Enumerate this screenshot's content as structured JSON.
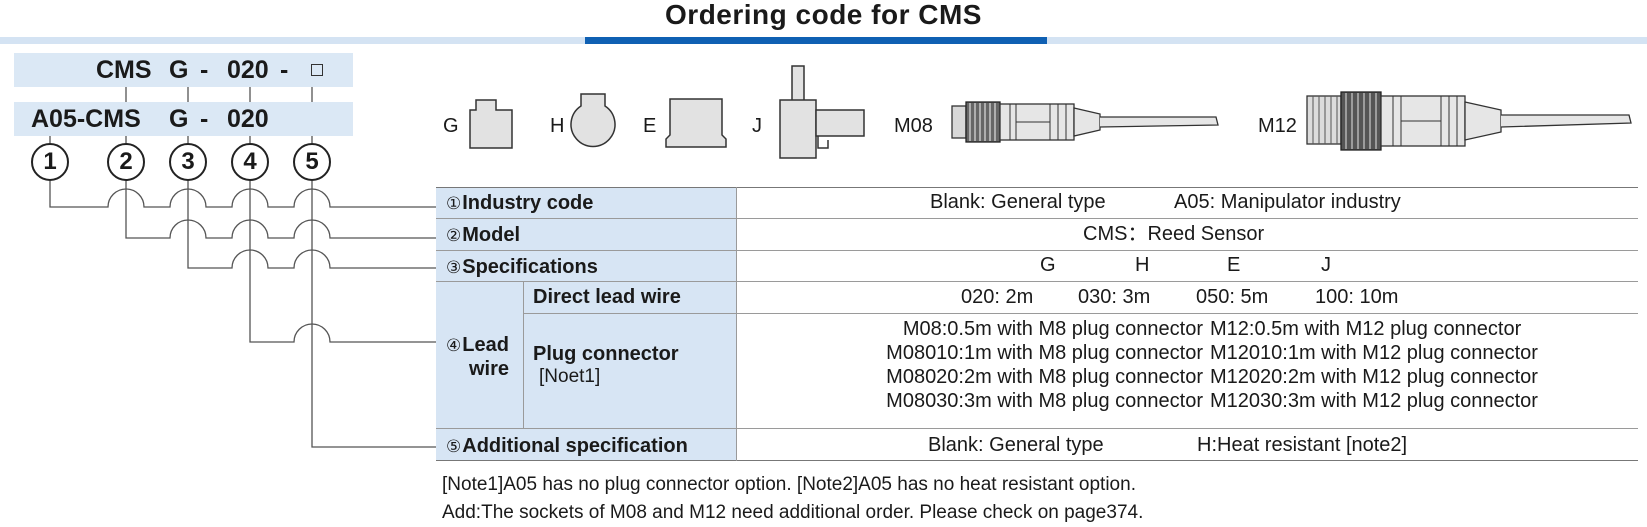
{
  "title": "Ordering code for CMS",
  "code_example_standard": {
    "p1": "CMS",
    "p2": "G",
    "p3": "-",
    "p4": "020",
    "p5": "-"
  },
  "code_example_manipulator": {
    "p1": "A05-CMS",
    "p2": "G",
    "p3": "-",
    "p4": "020"
  },
  "position_numbers": [
    "1",
    "2",
    "3",
    "4",
    "5"
  ],
  "connector_types": [
    "G",
    "H",
    "E",
    "J",
    "M08",
    "M12"
  ],
  "table": {
    "rows": {
      "industry": {
        "num": "①",
        "label": "Industry code",
        "values": [
          "Blank: General type",
          "A05: Manipulator industry"
        ]
      },
      "model": {
        "num": "②",
        "label": "Model",
        "value": "CMS：Reed Sensor"
      },
      "specifications": {
        "num": "③",
        "label": "Specifications",
        "values": [
          "G",
          "H",
          "E",
          "J"
        ]
      },
      "lead_wire": {
        "num": "④",
        "label_line1": "Lead",
        "label_line2": "wire",
        "direct": {
          "label": "Direct lead wire",
          "values": [
            "020: 2m",
            "030: 3m",
            "050: 5m",
            "100: 10m"
          ]
        },
        "plug": {
          "label": "Plug connector",
          "sublabel": "[Noet1]",
          "m8": [
            "M08:0.5m with M8 plug connector",
            "M08010:1m with M8 plug connector",
            "M08020:2m with M8 plug connector",
            "M08030:3m with M8 plug connector"
          ],
          "m12": [
            "M12:0.5m with M12 plug connector",
            "M12010:1m with M12 plug connector",
            "M12020:2m with M12 plug connector",
            "M12030:3m with M12 plug connector"
          ]
        }
      },
      "additional": {
        "num": "⑤",
        "label": "Additional specification",
        "values": [
          "Blank: General type",
          "H:Heat resistant  [note2]"
        ]
      }
    }
  },
  "notes": [
    "[Note1]A05 has no plug connector option.  [Note2]A05 has no heat resistant option.",
    "Add:The sockets of M08 and M12 need additional order. Please check on page374."
  ],
  "colors": {
    "accent_blue": "#0f60b3",
    "light_blue": "#d4e3f3",
    "header_fill": "#d7e5f4"
  }
}
